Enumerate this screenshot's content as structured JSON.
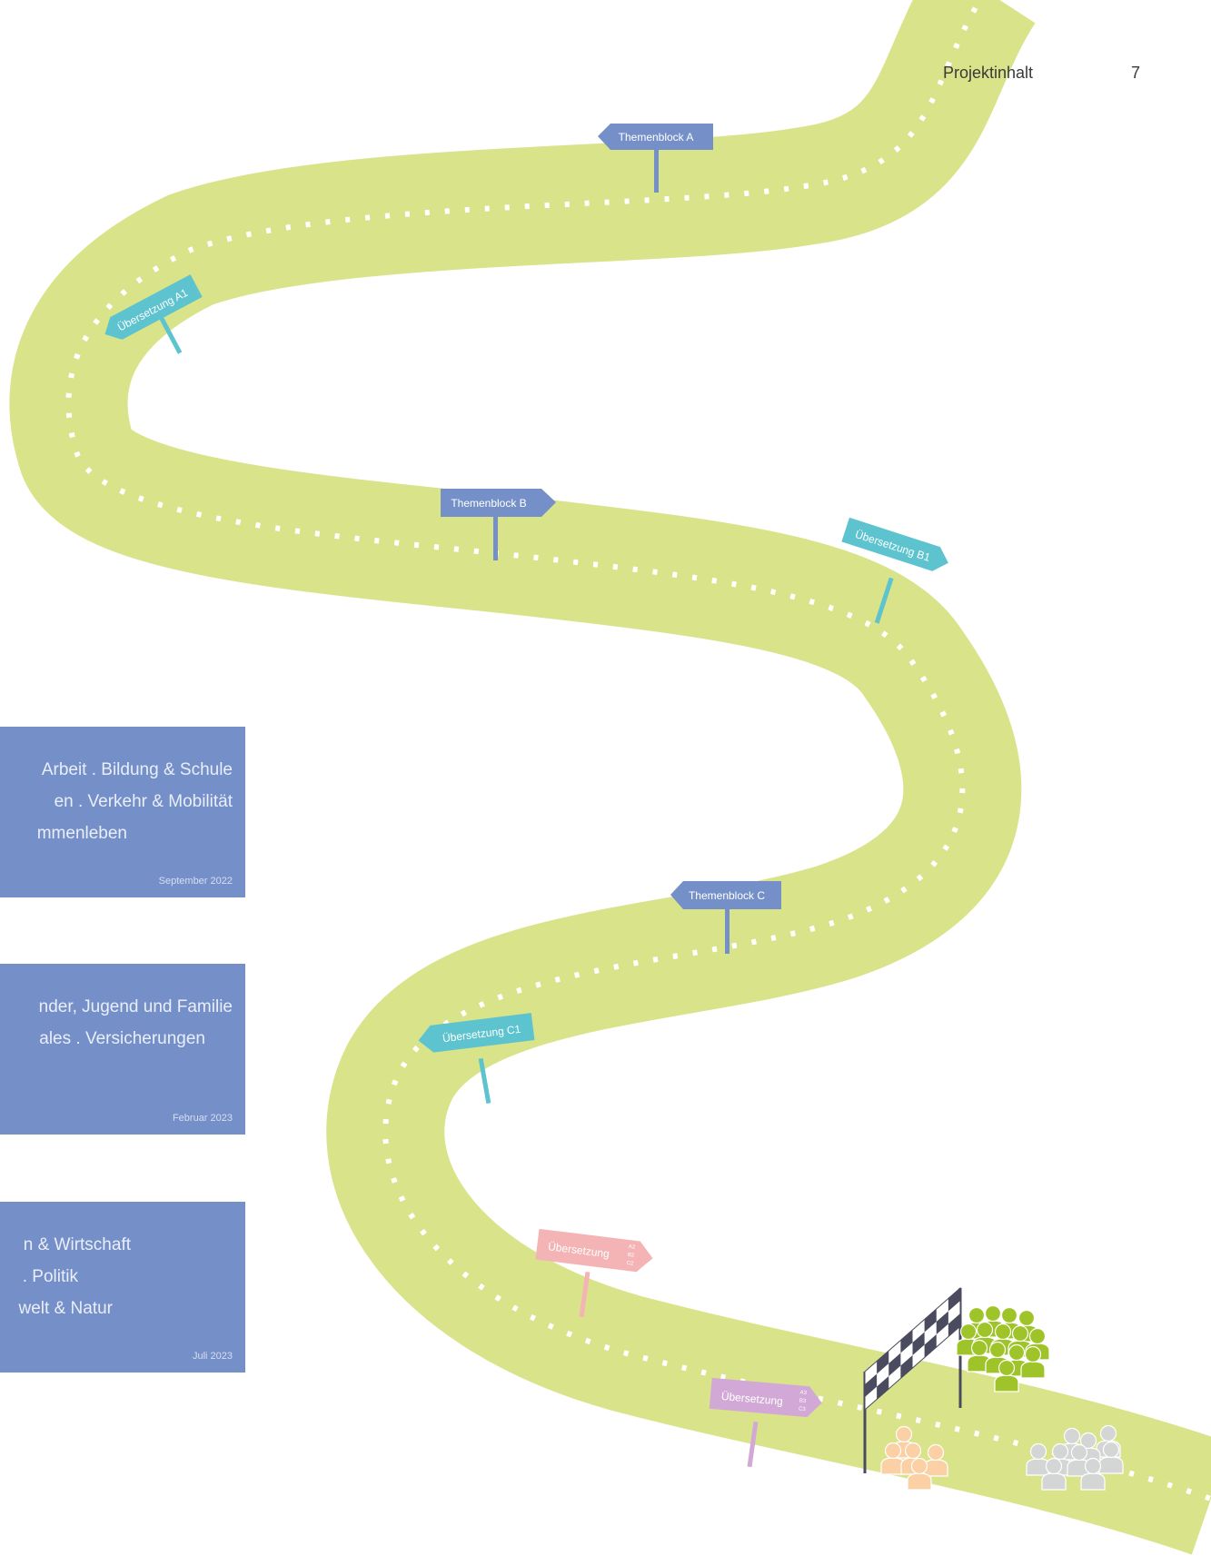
{
  "header": {
    "section": "Projektinhalt",
    "page_number": "7"
  },
  "signs": {
    "themenblock_a": "Themenblock A",
    "themenblock_b": "Themenblock B",
    "themenblock_c": "Themenblock C",
    "uebersetzung_a1": "Übersetzung A1",
    "uebersetzung_b1": "Übersetzung B1",
    "uebersetzung_c1": "Übersetzung C1",
    "uebersetzung_2": {
      "label": "Übersetzung",
      "codes": [
        "A2",
        "B2",
        "C2"
      ]
    },
    "uebersetzung_3": {
      "label": "Übersetzung",
      "codes": [
        "A3",
        "B3",
        "C3"
      ]
    }
  },
  "info_boxes": [
    {
      "lines": [
        "Arbeit  .  Bildung & Schule",
        "en  .  Verkehr & Mobilität",
        "mmenleben"
      ],
      "date": "September 2022"
    },
    {
      "lines": [
        "nder, Jugend und Familie",
        "ales  .  Versicherungen"
      ],
      "date": "Februar 2023"
    },
    {
      "lines": [
        "n & Wirtschaft",
        ".  Politik",
        "welt & Natur"
      ],
      "date": "Juli 2023"
    }
  ],
  "colors": {
    "road": "#d9e38a",
    "road_marking": "#ffffff",
    "themenblock_sign": "#7590c9",
    "uebersetzung_sign": "#5cc3cf",
    "uebersetzung_2_sign": "#f4b4b6",
    "uebersetzung_3_sign": "#d2a9d6",
    "info_box": "#7590c9",
    "finish_gate": "#4a4b5e",
    "crowd_green": "#9fc42a",
    "crowd_peach": "#fbd0a4",
    "crowd_grey": "#d4d6d6"
  },
  "icons": [
    "signpost-icon",
    "finish-gate-icon",
    "crowd-icon"
  ]
}
